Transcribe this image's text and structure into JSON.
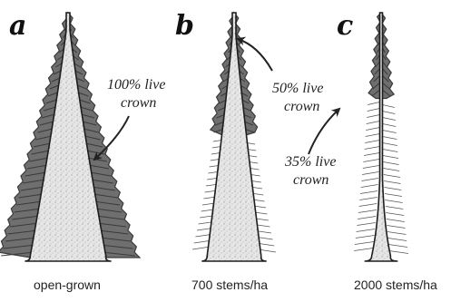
{
  "panels": [
    {
      "letter": "a",
      "note_line1": "100% live",
      "note_line2": "crown",
      "caption": "open-grown",
      "live_crown_percent": 100
    },
    {
      "letter": "b",
      "note_line1": "50% live",
      "note_line2": "crown",
      "caption": "700 stems/ha",
      "live_crown_percent": 50
    },
    {
      "letter": "c",
      "note_line1": "35% live",
      "note_line2": "crown",
      "caption": "2000 stems/ha",
      "live_crown_percent": 35
    }
  ],
  "colors": {
    "foliage": "#6f6f6f",
    "foliage_dark": "#3a3a3a",
    "stem": "#e4e4e4",
    "outline": "#1e1e1e",
    "branch": "#555555"
  }
}
